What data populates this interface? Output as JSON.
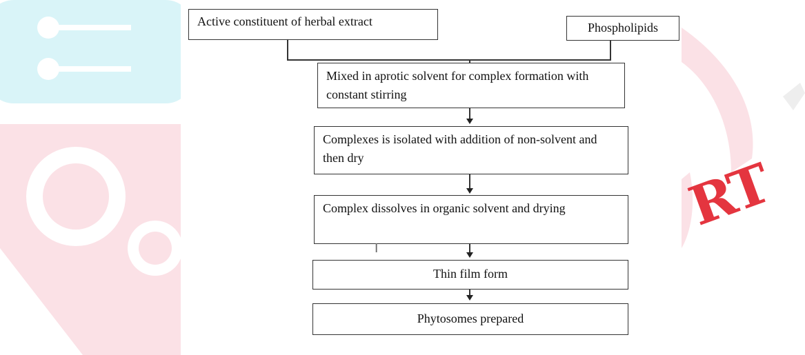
{
  "watermark": {
    "brand_letters": "RT",
    "colors": {
      "cyan": "#d9f4f8",
      "pink": "#fbe1e6",
      "green": "#e6f7e6",
      "red_text": "#e2242f"
    }
  },
  "flowchart": {
    "input_left": "Active constituent of herbal extract",
    "input_right": "Phospholipids",
    "steps": [
      "Mixed in aprotic solvent for complex formation with constant stirring",
      "Complexes is isolated with addition of non-solvent and then dry",
      "Complex dissolves in organic solvent and drying",
      "Thin film form",
      "Phytosomes prepared"
    ]
  }
}
